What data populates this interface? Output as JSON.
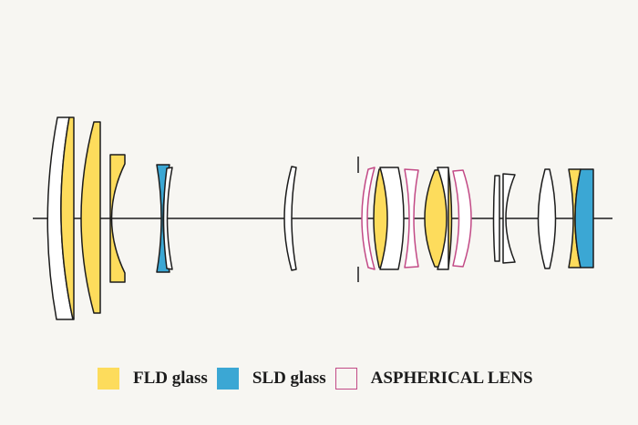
{
  "colors": {
    "fld_fill": "#fddc5c",
    "sld_fill": "#3ba7d4",
    "aspherical_stroke": "#c24a86",
    "lens_outline": "#1c1c1c",
    "background": "#f7f6f2"
  },
  "legend": {
    "fld_label": "FLD glass",
    "sld_label": "SLD glass",
    "aspherical_label": "ASPHERICAL LENS"
  }
}
